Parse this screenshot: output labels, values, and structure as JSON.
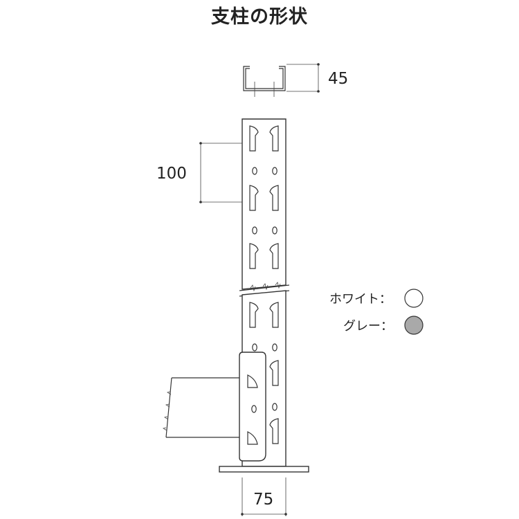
{
  "title": "支柱の形状",
  "dimensions": {
    "width_label": "45",
    "pitch_label": "100",
    "base_label": "75"
  },
  "legend": [
    {
      "label": "ホワイト：",
      "swatch_color": "#ffffff"
    },
    {
      "label": "グレー：",
      "swatch_color": "#a9a9a9"
    }
  ]
}
